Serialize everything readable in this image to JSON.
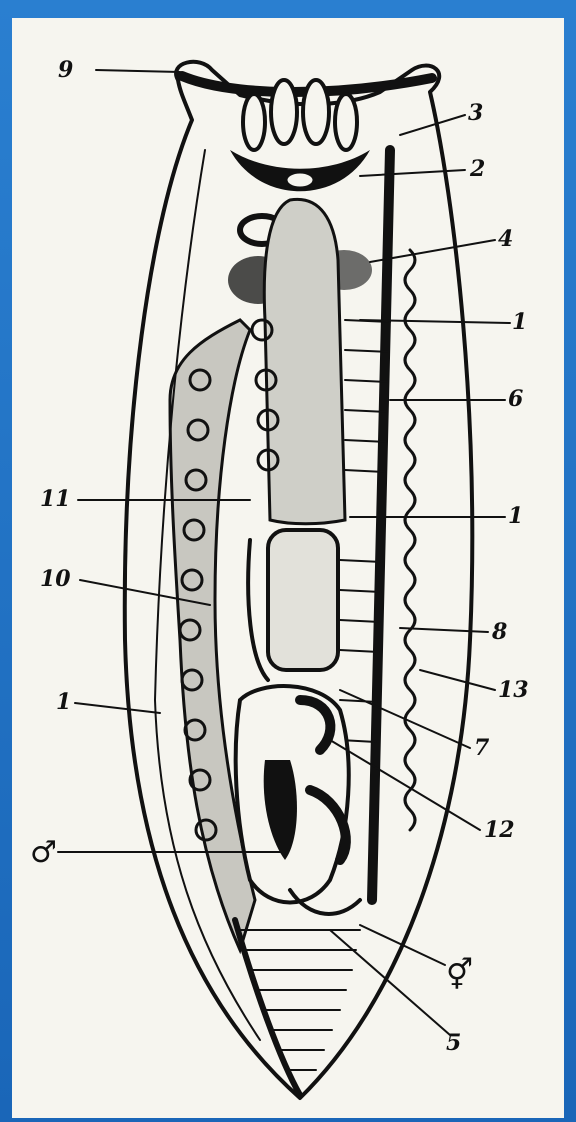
{
  "figure": {
    "labels": [
      {
        "id": "l9",
        "text": "9"
      },
      {
        "id": "l3",
        "text": "3"
      },
      {
        "id": "l2",
        "text": "2"
      },
      {
        "id": "l4",
        "text": "4"
      },
      {
        "id": "l1a",
        "text": "1"
      },
      {
        "id": "l6",
        "text": "6"
      },
      {
        "id": "l11",
        "text": "11"
      },
      {
        "id": "l1b",
        "text": "1"
      },
      {
        "id": "l10",
        "text": "10"
      },
      {
        "id": "l8",
        "text": "8"
      },
      {
        "id": "l13",
        "text": "13"
      },
      {
        "id": "l1c",
        "text": "1"
      },
      {
        "id": "l7",
        "text": "7"
      },
      {
        "id": "l12",
        "text": "12"
      },
      {
        "id": "lmale",
        "text": "♂"
      },
      {
        "id": "lherm",
        "text": "⚥"
      },
      {
        "id": "l5",
        "text": "5"
      }
    ]
  },
  "colors": {
    "frame": "#1d6fc0",
    "paper": "#f6f5ef",
    "ink": "#111111"
  }
}
